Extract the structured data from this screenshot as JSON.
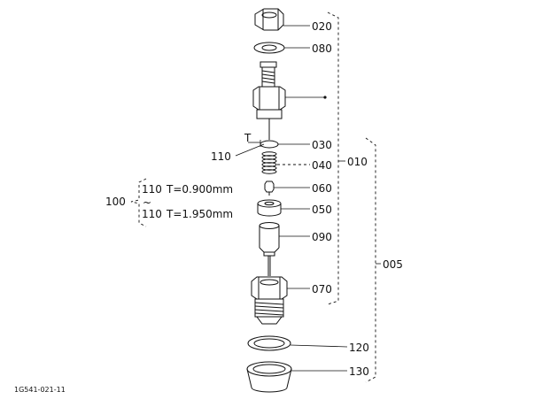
{
  "labels": {
    "p020": "020",
    "p080": "080",
    "p030": "030",
    "p110": "110",
    "p040": "040",
    "p060": "060",
    "p050": "050",
    "p090": "090",
    "p070": "070",
    "p120": "120",
    "p130": "130",
    "p010": "010",
    "p005": "005",
    "p100": "100",
    "t_marker": "T"
  },
  "shim_options": [
    {
      "part": "110",
      "spec": "T=0.900mm"
    },
    {
      "part": "110",
      "spec": "T=1.950mm"
    }
  ],
  "shim_range_symbol": "~",
  "figure_code": "1G541-021-11"
}
